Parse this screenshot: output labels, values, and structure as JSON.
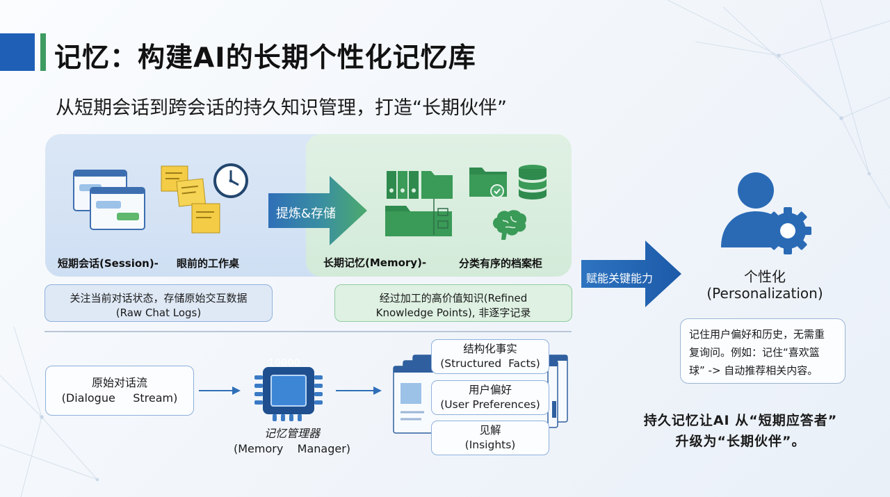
{
  "header": {
    "title": "记忆：构建AI的长期个性化记忆库",
    "subtitle": "从短期会话到跨会话的持久知识管理，打造“长期伙伴”"
  },
  "short_term": {
    "caption_left": "短期会话(Session)-",
    "caption_right": "眼前的工作桌",
    "desc_line1": "关注当前对话状态，存储原始交互数据",
    "desc_line2": "(Raw Chat Logs)"
  },
  "refine_arrow": {
    "label": "提炼&存储"
  },
  "long_term": {
    "caption_left": "长期记忆(Memory)-",
    "caption_right": "分类有序的档案柜",
    "desc_line1": "经过加工的高价值知识(Refined",
    "desc_line2": "Knowledge Points), 非逐字记录"
  },
  "empower_arrow": {
    "label": "赋能关键能力"
  },
  "personalization": {
    "label_line1": "个性化",
    "label_line2": "(Personalization)",
    "desc_line1": "记住用户偏好和历史，无需重",
    "desc_line2": "复询问。例如：记住“喜欢篮",
    "desc_line3": "球” -> 自动推荐相关内容。"
  },
  "flow": {
    "dialogue_line1": "原始对话流",
    "dialogue_line2": "(Dialogue     Stream)",
    "chip_text": "10000",
    "manager_line1": "记忆管理器",
    "manager_line2": "(Memory    Manager)",
    "tags": [
      {
        "line1": "结构化事实",
        "line2": "(Structured  Facts)"
      },
      {
        "line1": "用户偏好",
        "line2": "(User Preferences)"
      },
      {
        "line1": "见解",
        "line2": "(Insights)"
      }
    ]
  },
  "conclusion": {
    "line1": "持久记忆让AI 从“短期应答者”",
    "line2": "升级为“长期伙伴”。"
  },
  "colors": {
    "brand_blue": "#1f5fb6",
    "brand_green": "#3e9b62",
    "folder_green": "#3a9a57",
    "icon_blue": "#2a6ab5"
  }
}
